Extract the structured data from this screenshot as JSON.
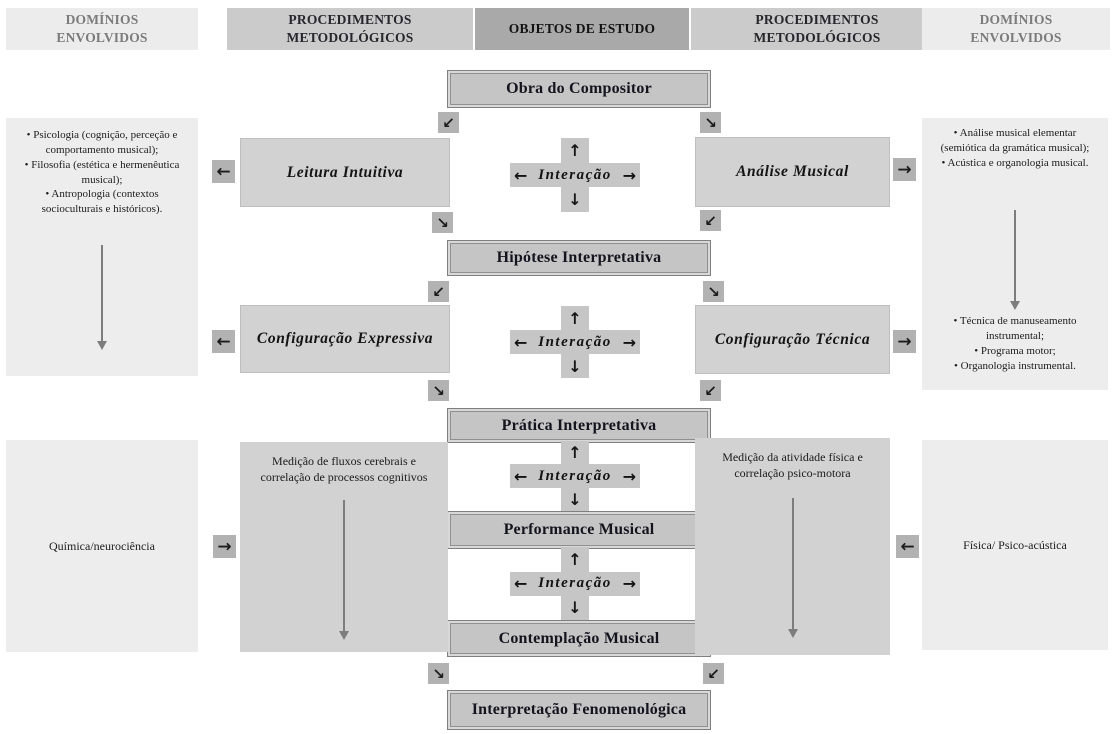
{
  "headers": {
    "domains_left": "DOMÍNIOS\nENVOLVIDOS",
    "procedures_left": "PROCEDIMENTOS\nMETODOLÓGICOS",
    "objects": "OBJETOS DE ESTUDO",
    "procedures_right": "PROCEDIMENTOS\nMETODOLÓGICOS",
    "domains_right": "DOMÍNIOS\nENVOLVIDOS"
  },
  "center_boxes": {
    "obra": "Obra do Compositor",
    "hipotese": "Hipótese Interpretativa",
    "pratica": "Prática Interpretativa",
    "performance": "Performance Musical",
    "contemplacao": "Contemplação Musical",
    "interpretacao": "Interpretação Fenomenológica"
  },
  "procedure_boxes": {
    "leitura": "Leitura Intuitiva",
    "analise": "Análise Musical",
    "config_expressiva": "Configuração Expressiva",
    "config_tecnica": "Configuração Técnica"
  },
  "measurement_boxes": {
    "left": "Medição de fluxos cerebrais e correlação de processos cognitivos",
    "right": "Medição da atividade física e correlação psico-motora"
  },
  "domains": {
    "left_top_items": [
      "Psicologia (cognição, perceção e comportamento musical);",
      "Filosofia (estética e hermenêutica musical);",
      "Antropologia (contextos socioculturais e históricos)."
    ],
    "left_bottom": "Química/neurociência",
    "right_top_items": [
      "Análise musical elementar (semiótica da gramática musical);",
      "Acústica e organologia musical."
    ],
    "right_mid_items": [
      "Técnica de manuseamento instrumental;",
      "Programa motor;",
      "Organologia instrumental."
    ],
    "right_bottom": "Física/ Psico-acústica"
  },
  "interaction": {
    "label": "Interação"
  },
  "icons": {
    "arrow_left": "←",
    "arrow_right": "→",
    "arrow_up": "↑",
    "arrow_down": "↓",
    "arrow_down_left": "↙",
    "arrow_down_right": "↘"
  },
  "colors": {
    "header_dark_bg": "#a9a9a9",
    "header_mid_bg": "#cbcbcb",
    "header_light_bg": "#ececec",
    "center_box_bg": "#c5c5c5",
    "procedure_box_bg": "#d2d2d2",
    "domain_box_bg": "#ededed",
    "arrow_chip_bg": "#b2b2b2",
    "arrow_line": "#7d7d7d",
    "text_dark": "#14141f"
  }
}
